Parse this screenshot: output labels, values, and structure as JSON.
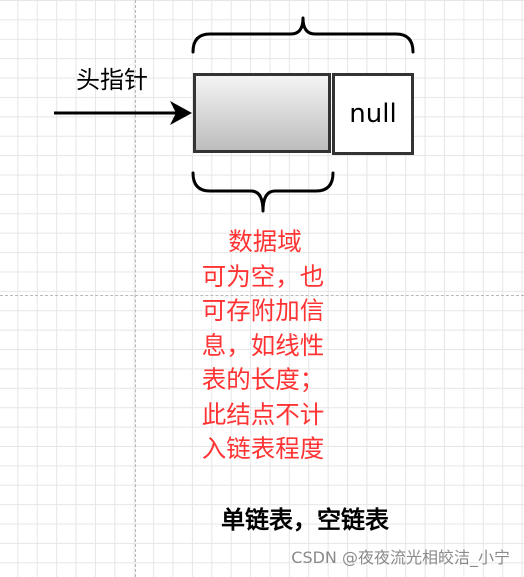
{
  "head_pointer_label": "头指针",
  "node": {
    "next_value": "null"
  },
  "data_field": {
    "title": "数据域",
    "description": "可为空，也可存附加信息，如线性表的长度；此结点不计入链表程度"
  },
  "caption": "单链表，空链表",
  "watermark": "CSDN @夜夜流光相皎洁_小宁",
  "colors": {
    "annotation": "#ff3333",
    "border": "#333333",
    "grid": "#e6e6e6"
  }
}
